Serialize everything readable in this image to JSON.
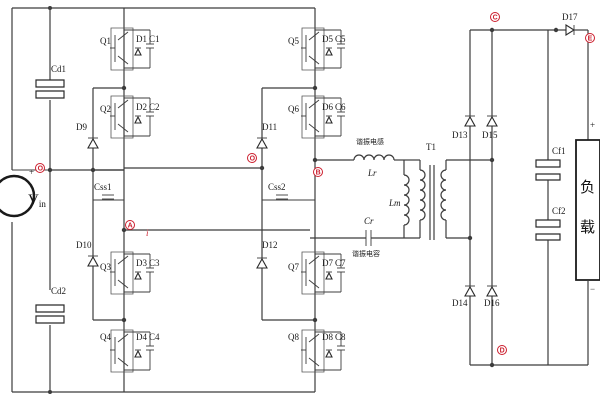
{
  "source": {
    "label": "V",
    "sub": "in",
    "plus": "+"
  },
  "dc_caps": [
    "Cd1",
    "Cd2"
  ],
  "switches_left": [
    {
      "q": "Q1",
      "d": "D1",
      "c": "C1"
    },
    {
      "q": "Q2",
      "d": "D2",
      "c": "C2"
    },
    {
      "q": "Q3",
      "d": "D3",
      "c": "C3"
    },
    {
      "q": "Q4",
      "d": "D4",
      "c": "C4"
    }
  ],
  "switches_right": [
    {
      "q": "Q5",
      "d": "D5",
      "c": "C5"
    },
    {
      "q": "Q6",
      "d": "D6",
      "c": "C6"
    },
    {
      "q": "Q7",
      "d": "D7",
      "c": "C7"
    },
    {
      "q": "Q8",
      "d": "D8",
      "c": "C8"
    }
  ],
  "clamp_diodes": [
    "D9",
    "D10",
    "D11",
    "D12"
  ],
  "flying_caps": [
    "Css1",
    "Css2"
  ],
  "resonant": {
    "lr": "Lr",
    "lr_note": "谐振电感",
    "cr": "Cr",
    "cr_note": "谐振电容",
    "lm": "Lm"
  },
  "transformer": "T1",
  "rectifier": [
    "D13",
    "D15",
    "D14",
    "D16"
  ],
  "output_diode": "D17",
  "output_caps": [
    "Cf1",
    "Cf2"
  ],
  "load": {
    "top": "负",
    "bottom": "载",
    "plus": "+",
    "minus": "−"
  },
  "nodes": {
    "n0": "O",
    "n1": "O",
    "n2": "A",
    "n3": "B",
    "n4": "C",
    "n5": "D",
    "n6": "E"
  },
  "current_marker": "i",
  "colors": {
    "wire": "#3c3c3c",
    "marker": "#cc1f2e"
  }
}
